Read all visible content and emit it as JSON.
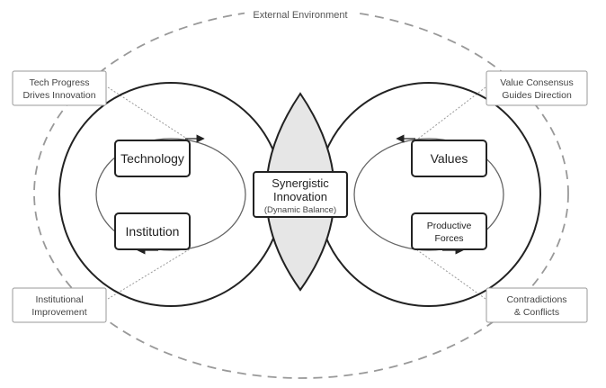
{
  "environment": {
    "label": "External Environment"
  },
  "center": {
    "title_line1": "Synergistic",
    "title_line2": "Innovation",
    "subtitle": "(Dynamic Balance)"
  },
  "left_circle": {
    "top_box": "Technology",
    "bottom_box": "Institution"
  },
  "right_circle": {
    "top_box": "Values",
    "bottom_box_line1": "Productive",
    "bottom_box_line2": "Forces"
  },
  "callouts": {
    "top_left": {
      "line1": "Tech Progress",
      "line2": "Drives Innovation"
    },
    "top_right": {
      "line1": "Value Consensus",
      "line2": "Guides Direction"
    },
    "bottom_left": {
      "line1": "Institutional",
      "line2": "Improvement"
    },
    "bottom_right": {
      "line1": "Contradictions",
      "line2": "& Conflicts"
    }
  },
  "colors": {
    "lens_fill": "#e6e6e6",
    "stroke": "#222222",
    "dashed": "#999999"
  }
}
